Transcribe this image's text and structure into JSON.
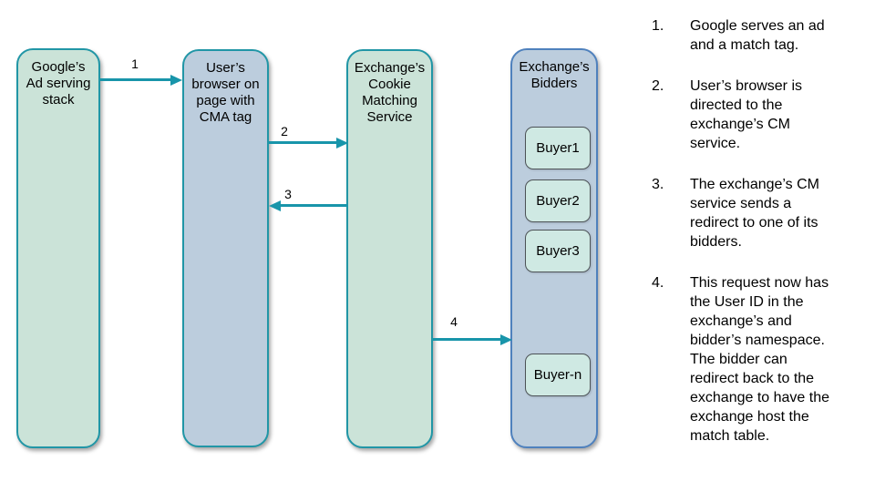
{
  "diagram": {
    "lanes": [
      {
        "title": "Google’s\nAd serving\nstack"
      },
      {
        "title": "User’s\nbrowser on\npage with\nCMA tag"
      },
      {
        "title": "Exchange’s\nCookie\nMatching\nService"
      },
      {
        "title": "Exchange’s\nBidders",
        "buyers": [
          "Buyer1",
          "Buyer2",
          "Buyer3",
          "Buyer-n"
        ]
      }
    ],
    "arrows": [
      {
        "label": "1",
        "direction": "right"
      },
      {
        "label": "2",
        "direction": "right"
      },
      {
        "label": "3",
        "direction": "left"
      },
      {
        "label": "4",
        "direction": "right"
      }
    ],
    "colors": {
      "lane_green_fill": "#cbe3d8",
      "lane_blue_fill": "#bccddd",
      "lane_teal_border": "#2196a6",
      "bidders_blue_border": "#4f81bd",
      "buyer_fill": "#cfe9e3",
      "buyer_border": "#4d5357",
      "arrow": "#1895aa",
      "text": "#000000",
      "background": "#ffffff"
    }
  },
  "steps": [
    {
      "number": "1.",
      "text": "Google serves an ad\nand a match tag."
    },
    {
      "number": "2.",
      "text": "User’s browser is\ndirected to the\nexchange’s CM\nservice."
    },
    {
      "number": "3.",
      "text": "The exchange’s CM\nservice sends a\nredirect to one of its\nbidders."
    },
    {
      "number": "4.",
      "text": "This request now has\nthe User ID in the\nexchange’s and\nbidder’s namespace.\nThe bidder can\nredirect back to the\nexchange to have the\nexchange host the\nmatch table."
    }
  ]
}
